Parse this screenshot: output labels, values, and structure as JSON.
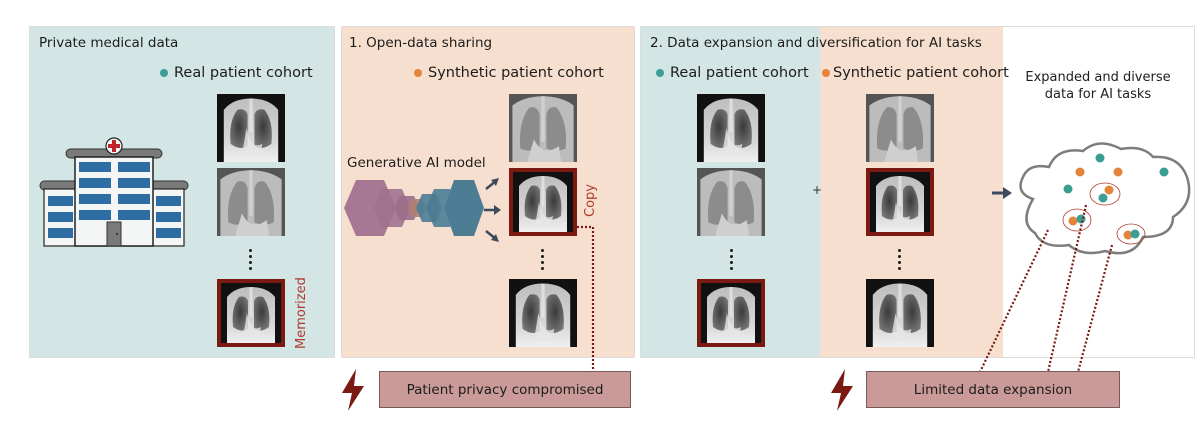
{
  "colors": {
    "real_cohort": "#3a9e92",
    "synthetic_cohort": "#e3843a",
    "memorized_frame": "#7b1a12",
    "alert_text": "#b03a2e",
    "alert_box": "#c99a97",
    "bolt": "#7b1a12",
    "panel_real_bg": "#d3e6e5",
    "panel_synthetic_bg": "#f6dfcf",
    "model_purple": "#9a6789",
    "model_blue": "#2f6d8c"
  },
  "private_panel": {
    "title": "Private medical data",
    "legend_label": "Real patient cohort",
    "icon": "hospital-icon",
    "memorized_label": "Memorized"
  },
  "open_sharing_panel": {
    "title": "1. Open-data sharing",
    "legend_label": "Synthetic patient cohort",
    "model_label": "Generative AI model",
    "copy_label": "Copy"
  },
  "expansion_panel": {
    "title": "2. Data expansion and diversification for AI tasks",
    "real_legend_label": "Real patient cohort",
    "synthetic_legend_label": "Synthetic patient cohort",
    "plus_symbol": "+",
    "cloud_title_line1": "Expanded and diverse",
    "cloud_title_line2": "data for AI tasks"
  },
  "alerts": [
    {
      "label": "Patient privacy compromised",
      "icon": "lightning-bolt-icon"
    },
    {
      "label": "Limited data expansion",
      "icon": "lightning-bolt-icon"
    }
  ]
}
